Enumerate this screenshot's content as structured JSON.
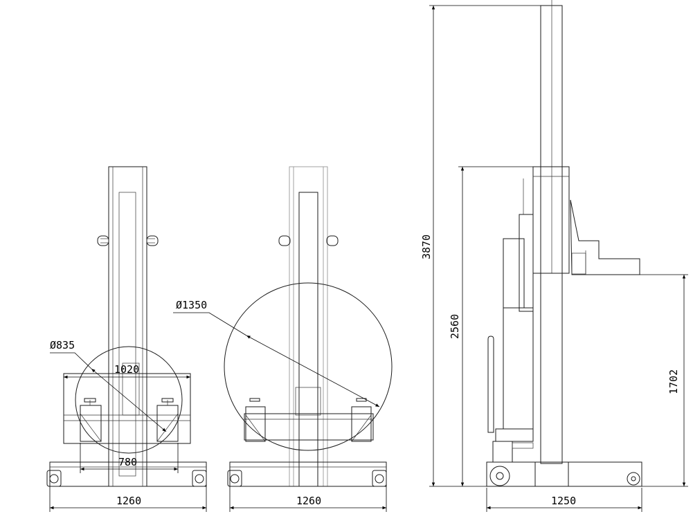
{
  "dimensions": {
    "front_width": "1260",
    "front_inner": "780",
    "front_span": "1020",
    "front_diameter": "Ø835",
    "middle_width": "1260",
    "middle_diameter": "Ø1350",
    "side_length": "1250",
    "side_total_height": "3870",
    "side_mast_height": "2560",
    "side_fork_height": "1702"
  }
}
